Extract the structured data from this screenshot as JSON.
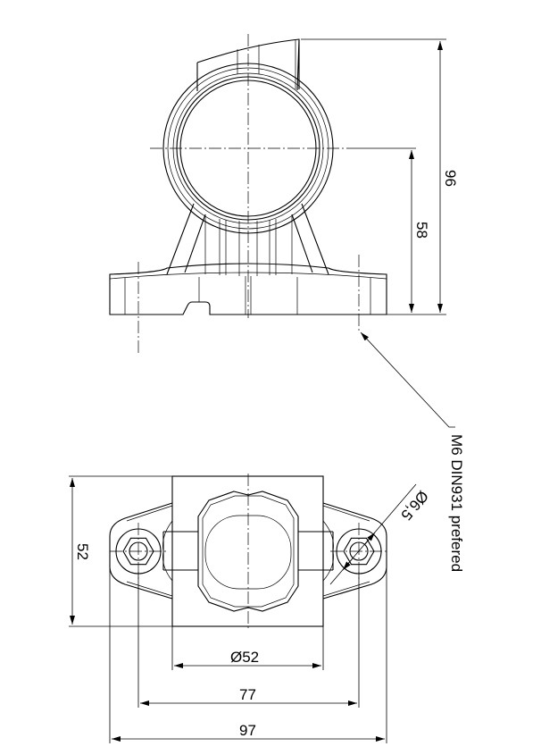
{
  "top_view": {
    "dim_height_total": "96",
    "dim_height_center": "58",
    "note": "M6 DIN931 prefered"
  },
  "bottom_view": {
    "dim_depth": "52",
    "dim_lens_diameter": "Ø52",
    "dim_hole_spacing": "77",
    "dim_overall_width": "97",
    "dim_hole_diameter": "Ø6,5"
  }
}
